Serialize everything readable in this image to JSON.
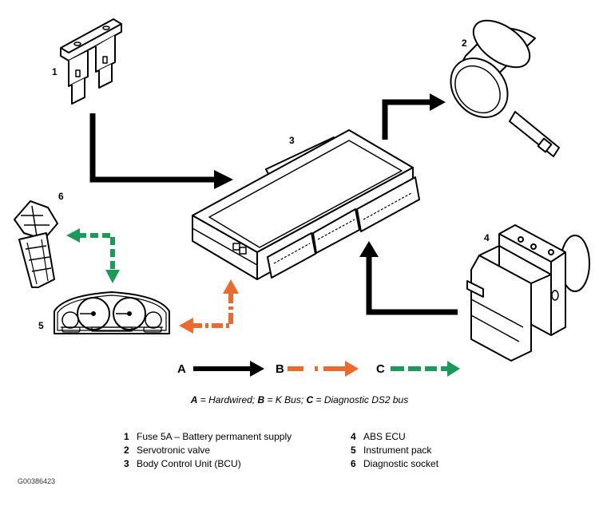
{
  "colors": {
    "hardwired": "#000000",
    "k_bus": "#ec6a2c",
    "diagnostic_bus": "#1b9a5a",
    "line_art": "#000000",
    "background": "#ffffff"
  },
  "components": [
    {
      "id": "1",
      "callout": "1",
      "name": "Fuse 5A – Battery permanent supply",
      "icon": "fuse-icon"
    },
    {
      "id": "2",
      "callout": "2",
      "name": "Servotronic valve",
      "icon": "valve-icon"
    },
    {
      "id": "3",
      "callout": "3",
      "name": "Body Control Unit (BCU)",
      "icon": "control-unit-icon"
    },
    {
      "id": "4",
      "callout": "4",
      "name": "ABS ECU",
      "icon": "abs-ecu-icon"
    },
    {
      "id": "5",
      "callout": "5",
      "name": "Instrument pack",
      "icon": "instrument-cluster-icon"
    },
    {
      "id": "6",
      "callout": "6",
      "name": "Diagnostic socket",
      "icon": "diagnostic-socket-icon"
    }
  ],
  "connections": [
    {
      "from": "1",
      "to": "3",
      "type": "A"
    },
    {
      "from": "3",
      "to": "2",
      "type": "A"
    },
    {
      "from": "4",
      "to": "3",
      "type": "A"
    },
    {
      "from": "5",
      "to": "3",
      "type": "B"
    },
    {
      "from": "6",
      "to": "5",
      "type": "C"
    }
  ],
  "legend": {
    "items": [
      {
        "letter": "A",
        "style": "solid",
        "meaning": "Hardwired"
      },
      {
        "letter": "B",
        "style": "dash-dot",
        "meaning": "K Bus"
      },
      {
        "letter": "C",
        "style": "dashed",
        "meaning": "Diagnostic DS2 bus"
      }
    ],
    "caption": {
      "a_letter": "A",
      "a_text": " = Hardwired; ",
      "b_letter": "B",
      "b_text": " = K Bus; ",
      "c_letter": "C",
      "c_text": " = Diagnostic DS2 bus"
    }
  },
  "key": [
    {
      "num": "1",
      "label": "Fuse 5A – Battery permanent supply"
    },
    {
      "num": "2",
      "label": "Servotronic valve"
    },
    {
      "num": "3",
      "label": "Body Control Unit (BCU)"
    },
    {
      "num": "4",
      "label": "ABS ECU"
    },
    {
      "num": "5",
      "label": "Instrument pack"
    },
    {
      "num": "6",
      "label": "Diagnostic socket"
    }
  ],
  "figure_id": "G00386423"
}
